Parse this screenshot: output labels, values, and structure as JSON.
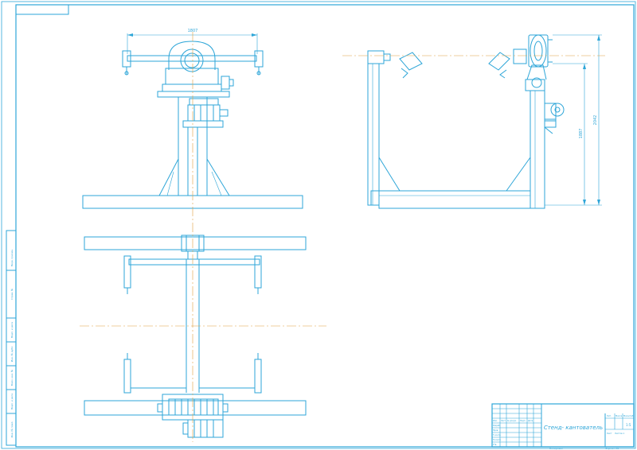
{
  "drawing": {
    "title": "Стенд- кантователь",
    "line_color": "#2ea6d8",
    "center_line_color": "#e0a040",
    "paper_color": "#ffffff"
  },
  "dimensions": {
    "front_width": "1807",
    "side_height_inner": "1887",
    "side_height_outer": "2042"
  },
  "title_block": {
    "col_headers": [
      "Изм.",
      "Лист",
      "№ докум.",
      "Подп.",
      "Дата"
    ],
    "rows_left": [
      "Разраб.",
      "Пров.",
      "Т.контр.",
      "Н.контр.",
      "Утв."
    ],
    "lit_header": "Лит.",
    "mass_header": "Масса",
    "scale_header": "Масштаб",
    "scale_value": "1:5",
    "sheet_label": "Лист",
    "sheets_label": "Листов 1",
    "copied": "Копировал",
    "format": "Формат  А1"
  },
  "side_stamp": [
    "Перв. примен.",
    "Справ. №",
    "Подп. и дата",
    "Инв. № дубл.",
    "Взам. инв. №",
    "Подп. и дата",
    "Инв. № подл."
  ]
}
